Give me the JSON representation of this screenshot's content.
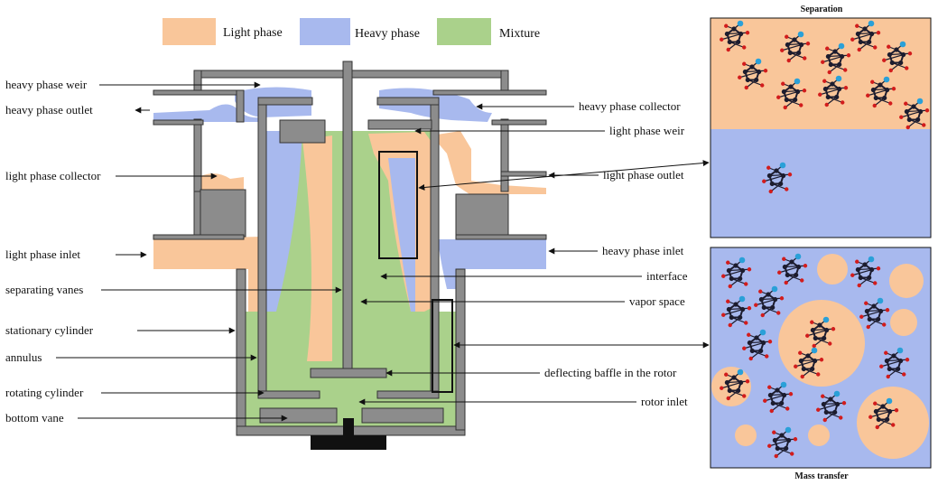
{
  "colors": {
    "light": "#f9c69a",
    "heavy": "#a8b9ee",
    "mixture": "#aad18b",
    "wall": "#8c8c8c",
    "wall_dark": "#111111",
    "atom_dark": "#1c1c2e",
    "atom_red": "#d21c1c",
    "atom_blue": "#2aa0d8"
  },
  "legend": {
    "light": "Light phase",
    "heavy": "Heavy phase",
    "mixture": "Mixture"
  },
  "labels_left": {
    "heavy_weir": "heavy phase weir",
    "heavy_outlet": "heavy phase outlet",
    "light_collector": "light phase collector",
    "light_inlet": "light phase inlet",
    "vanes": "separating vanes",
    "stationary": "stationary cylinder",
    "annulus": "annulus",
    "rotating": "rotating cylinder",
    "bottom_vane": "bottom vane"
  },
  "labels_right": {
    "heavy_collector": "heavy phase collector",
    "light_weir": "light phase weir",
    "light_outlet": "light phase outlet",
    "heavy_inlet": "heavy phase inlet",
    "interface": "interface",
    "vapor": "vapor space",
    "baffle": "deflecting baffle in the rotor",
    "rotor_inlet": "rotor inlet"
  },
  "panels": {
    "separation_title": "Separation",
    "mass_transfer_title": "Mass transfer"
  },
  "icons": {
    "molecule": "pentagon-molecule-icon",
    "droplet": "droplet-circle-icon"
  }
}
